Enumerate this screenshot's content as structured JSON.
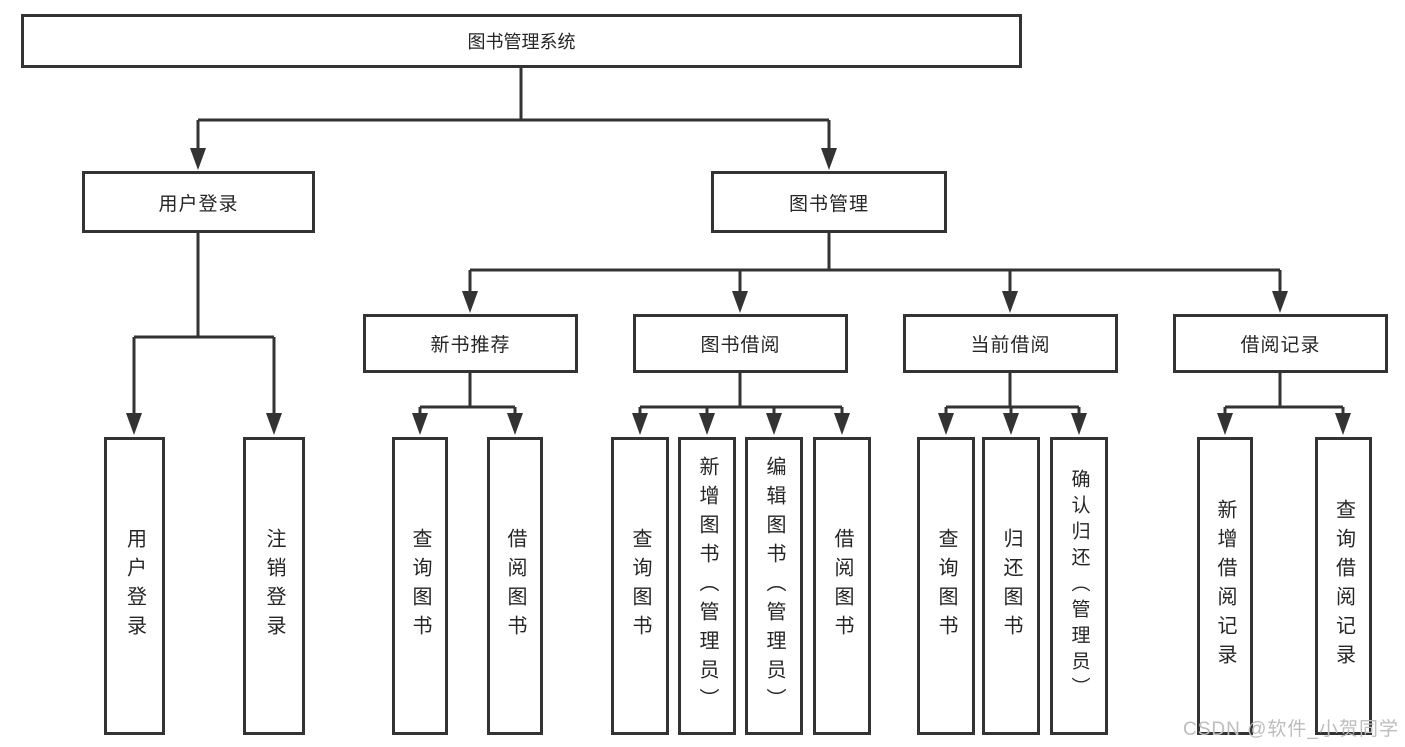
{
  "nodes": {
    "root": "图书管理系统",
    "user_login": "用户登录",
    "book_mgmt": "图书管理",
    "new_book_rec": "新书推荐",
    "book_borrow": "图书借阅",
    "current_borrow": "当前借阅",
    "borrow_record": "借阅记录",
    "leaf_user_login": "用户登录",
    "leaf_logout": "注销登录",
    "leaf_query_book_1": "查询图书",
    "leaf_borrow_book_1": "借阅图书",
    "leaf_query_book_2": "查询图书",
    "leaf_add_book": "新增图书（管理员）",
    "leaf_edit_book": "编辑图书（管理员）",
    "leaf_borrow_book_2": "借阅图书",
    "leaf_query_book_3": "查询图书",
    "leaf_return_book": "归还图书",
    "leaf_confirm_return": "确认归还（管理员）",
    "leaf_add_record": "新增借阅记录",
    "leaf_query_record": "查询借阅记录"
  },
  "watermark": "CSDN @软件_小贺同学",
  "colors": {
    "line": "#333333",
    "box_background": "#ffffff",
    "text": "#262626",
    "watermark": "#bdbdbd"
  }
}
